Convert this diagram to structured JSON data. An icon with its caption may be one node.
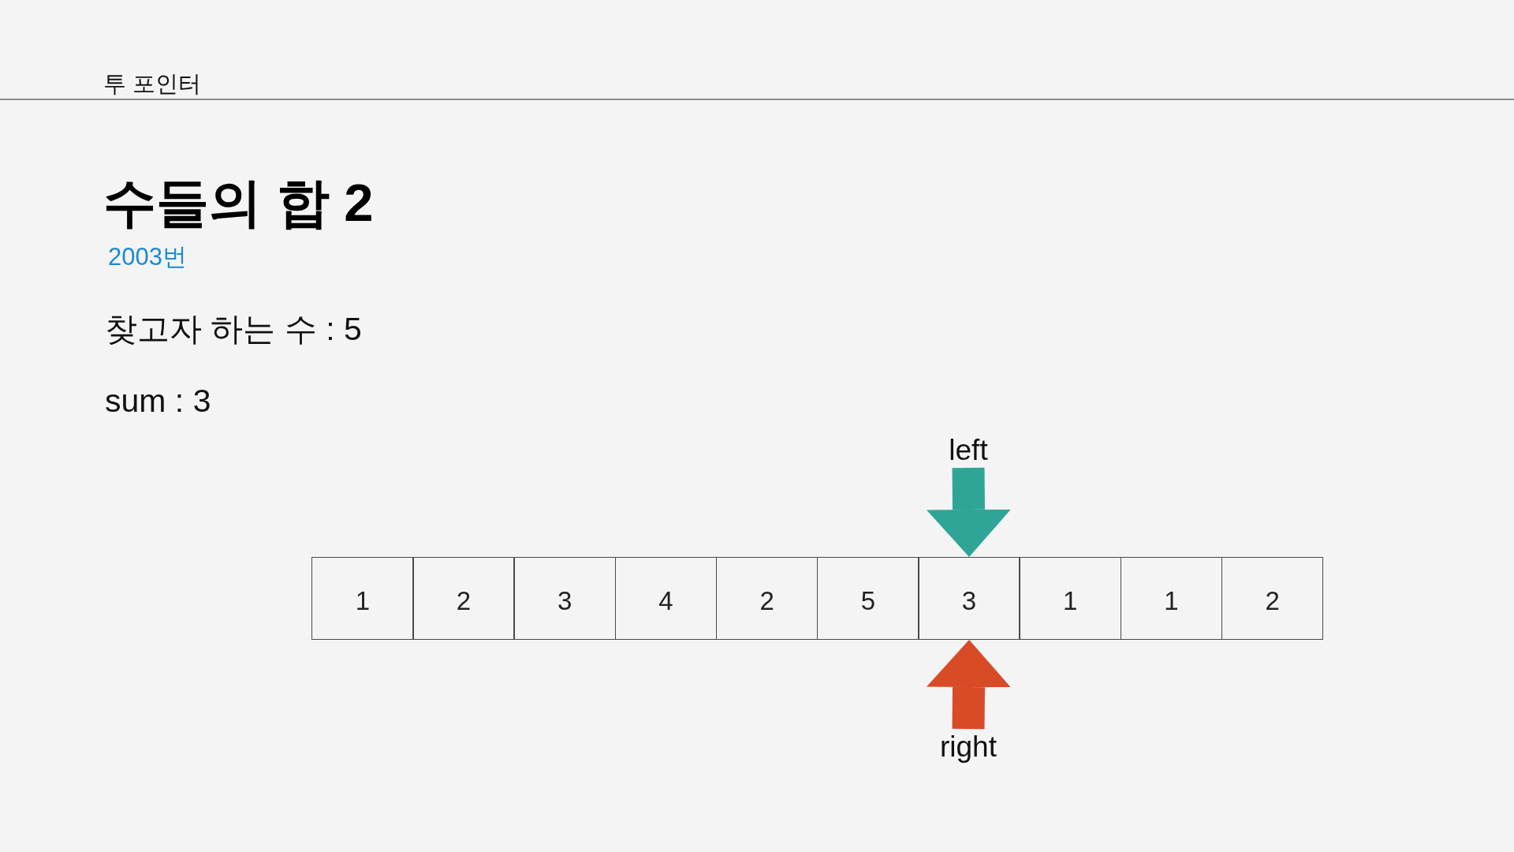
{
  "diagram": {
    "title": "수들의 합 2",
    "nodes": [
      {
        "text": [
          "1"
        ]
      },
      {
        "text": [
          "2"
        ]
      },
      {
        "text": [
          "3"
        ]
      },
      {
        "text": [
          "4"
        ]
      },
      {
        "text": [
          "2"
        ]
      },
      {
        "text": [
          "5"
        ]
      },
      {
        "text": [
          "3"
        ]
      },
      {
        "text": [
          "1"
        ]
      },
      {
        "text": [
          "1"
        ]
      },
      {
        "text": [
          "2"
        ]
      },
      {
        "text": [
          "left"
        ]
      },
      {
        "text": [
          "right"
        ]
      }
    ],
    "edges": [
      {
        "from": 10,
        "to": 6,
        "arrow": "to",
        "color": "#2fa597"
      },
      {
        "from": 11,
        "to": 6,
        "arrow": "to",
        "color": "#d94a27"
      }
    ],
    "labels": [
      "투 포인터",
      "2003번",
      "찾고자 하는 수 : 5",
      "sum : 3"
    ]
  }
}
